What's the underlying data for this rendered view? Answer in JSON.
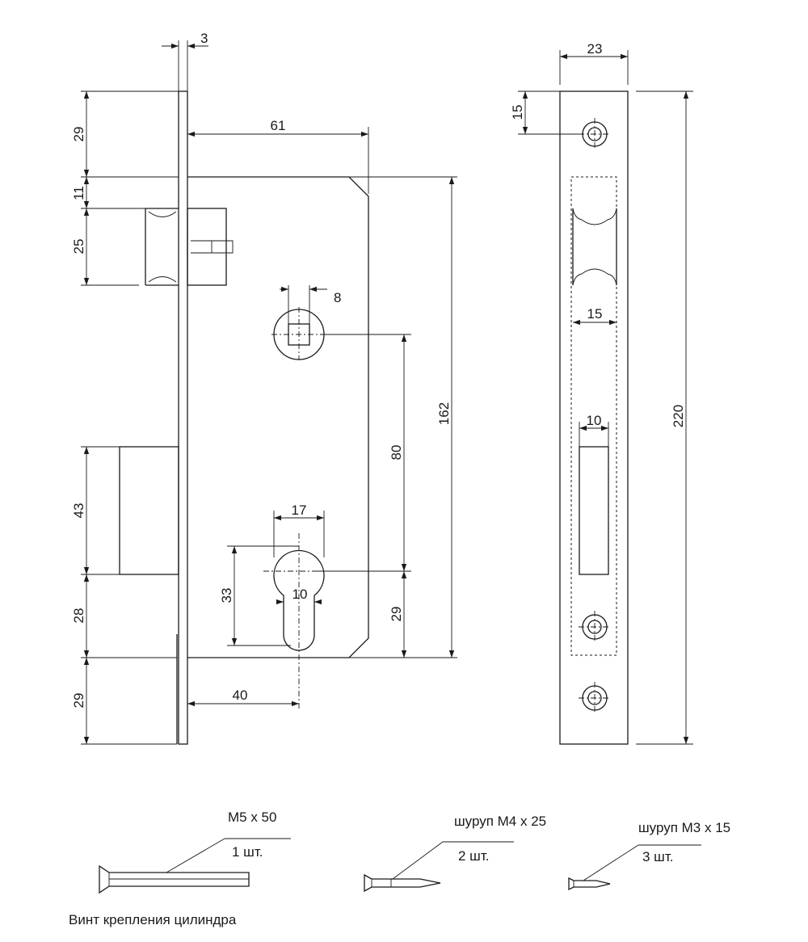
{
  "dimensions": {
    "faceplate_thickness": "3",
    "top_offset": "29",
    "body_gap": "11",
    "latch_height": "25",
    "body_depth": "61",
    "spindle_width": "8",
    "body_height": "162",
    "centre_distance": "80",
    "cylinder_width": "17",
    "cylinder_height": "33",
    "cylinder_slot": "10",
    "bolt_height": "43",
    "bolt_to_body_bottom": "28",
    "bottom_offset": "29",
    "backset": "40",
    "cylinder_to_bottom": "29",
    "strike_width": "23",
    "strike_hole_offset": "15",
    "latch_window": "15",
    "bolt_window": "10",
    "strike_length": "220"
  },
  "parts": {
    "screw_m5": {
      "spec": "M5 x 50",
      "qty": "1 шт."
    },
    "screw_m4": {
      "spec": "шуруп M4 x 25",
      "qty": "2 шт."
    },
    "screw_m3": {
      "spec": "шуруп M3 x 15",
      "qty": "3 шт."
    },
    "cylinder_screw_caption": "Винт крепления цилиндра"
  }
}
